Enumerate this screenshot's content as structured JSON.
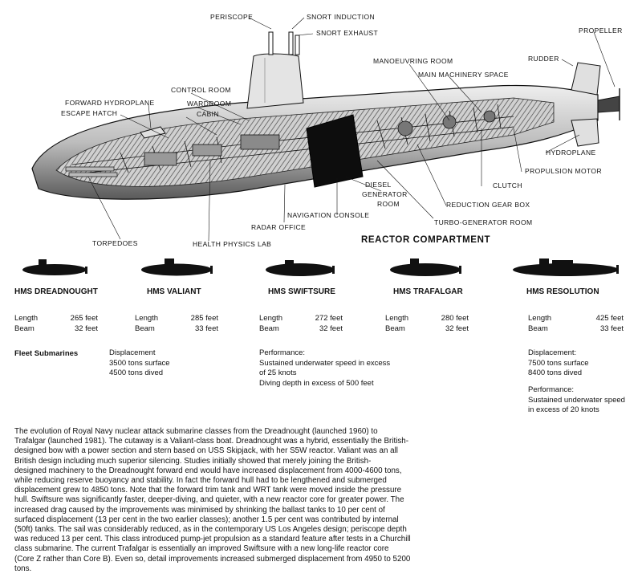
{
  "cutaway": {
    "labels": {
      "periscope": "PERISCOPE",
      "snort_induction": "SNORT INDUCTION",
      "snort_exhaust": "SNORT EXHAUST",
      "propeller": "PROPELLER",
      "rudder": "RUDDER",
      "manoeuvring_room": "MANOEUVRING ROOM",
      "main_machinery_space": "MAIN MACHINERY SPACE",
      "control_room": "CONTROL ROOM",
      "wardroom": "WARDROOM",
      "cabin": "CABIN",
      "forward_hydroplane": "FORWARD HYDROPLANE",
      "escape_hatch": "ESCAPE HATCH",
      "hydroplane": "HYDROPLANE",
      "propulsion_motor": "PROPULSION MOTOR",
      "clutch": "CLUTCH",
      "diesel": "DIESEL",
      "generator": "GENERATOR",
      "room": "ROOM",
      "reduction_gear_box": "REDUCTION GEAR BOX",
      "navigation_console": "NAVIGATION CONSOLE",
      "turbo_generator_room": "TURBO-GENERATOR ROOM",
      "radar_office": "RADAR OFFICE",
      "torpedoes": "TORPEDOES",
      "health_physics_lab": "HEALTH PHYSICS LAB"
    },
    "reactor_compartment": "REACTOR COMPARTMENT"
  },
  "classes": [
    {
      "name": "HMS DREADNOUGHT",
      "length_label": "Length",
      "length": "265 feet",
      "beam_label": "Beam",
      "beam": "32 feet"
    },
    {
      "name": "HMS VALIANT",
      "length_label": "Length",
      "length": "285 feet",
      "beam_label": "Beam",
      "beam": "33 feet"
    },
    {
      "name": "HMS SWIFTSURE",
      "length_label": "Length",
      "length": "272 feet",
      "beam_label": "Beam",
      "beam": "32 feet"
    },
    {
      "name": "HMS TRAFALGAR",
      "length_label": "Length",
      "length": "280 feet",
      "beam_label": "Beam",
      "beam": "32 feet"
    },
    {
      "name": "HMS RESOLUTION",
      "length_label": "Length",
      "length": "425 feet",
      "beam_label": "Beam",
      "beam": "33 feet"
    }
  ],
  "fleet": {
    "label": "Fleet Submarines",
    "displacement_title": "Displacement",
    "surface": "3500 tons surface",
    "dived": "4500 tons dived",
    "performance_title": "Performance:",
    "perf_line1": "Sustained underwater speed in excess",
    "perf_line2": "of 25 knots",
    "perf_line3": "Diving depth in excess of 500 feet"
  },
  "resolution": {
    "displacement_title": "Displacement:",
    "surface": "7500 tons surface",
    "dived": "8400 tons dived",
    "performance_title": "Performance:",
    "perf_line1": "Sustained underwater speed",
    "perf_line2": "in excess of 20 knots"
  },
  "caption": {
    "lines": [
      "The evolution of Royal Navy nuclear attack submarine classes from the Dreadnought (launched 1960) to",
      "Trafalgar (launched 1981). The cutaway is a Valiant-class boat. Dreadnought was a hybrid, essentially the British-",
      "designed bow with a power section and stern based on USS Skipjack, with her S5W reactor. Valiant was an all",
      "British design including much superior silencing. Studies initially showed that merely joining the British-",
      "designed machinery to the Dreadnought forward end would have increased displacement from 4000-4600 tons,",
      "while reducing reserve buoyancy and stability. In fact the forward hull had to be lengthened and submerged",
      "displacement grew to 4850 tons. Note that the forward trim tank and WRT tank were moved inside the pressure",
      "hull. Swiftsure was significantly faster, deeper-diving, and quieter, with a new reactor core for greater power. The",
      "increased drag caused by the improvements was minimised by shrinking the ballast tanks to 10 per cent of",
      "surfaced displacement (13 per cent in the two earlier classes); another 1.5 per cent was contributed by internal",
      "(50ft) tanks. The sail was considerably reduced, as in the contemporary US Los Angeles design; periscope depth",
      "was reduced 13 per cent. This class introduced pump-jet propulsion as a standard feature after tests in a Churchill",
      "class submarine. The current Trafalgar is essentially an improved Swiftsure with a new long-life reactor core",
      "(Core Z rather than Core B). Even so, detail improvements increased submerged displacement from 4950 to 5200",
      "tons."
    ]
  },
  "colors": {
    "ink": "#111111",
    "hull_shade": "#2a2a2a",
    "hull_light": "#d8d8d8",
    "reactor": "#0d0d0d",
    "paper": "#ffffff"
  }
}
